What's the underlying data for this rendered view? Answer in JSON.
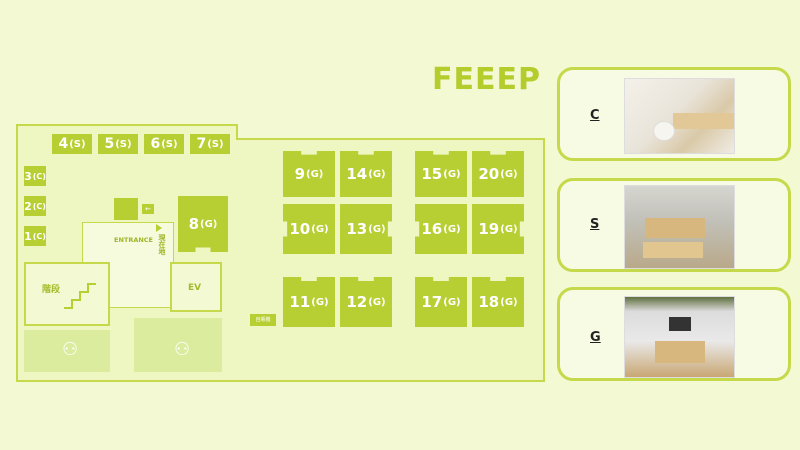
{
  "brand": {
    "logo_main": "FEEEP"
  },
  "floor": {
    "seats_s": [
      {
        "num": "4",
        "type": "(S)"
      },
      {
        "num": "5",
        "type": "(S)"
      },
      {
        "num": "6",
        "type": "(S)"
      },
      {
        "num": "7",
        "type": "(S)"
      }
    ],
    "seats_c": [
      {
        "num": "3",
        "type": "(C)"
      },
      {
        "num": "2",
        "type": "(C)"
      },
      {
        "num": "1",
        "type": "(C)"
      }
    ],
    "booth_8": {
      "num": "8",
      "type": "(G)"
    },
    "booths_g": [
      {
        "num": "9",
        "type": "(G)"
      },
      {
        "num": "14",
        "type": "(G)"
      },
      {
        "num": "15",
        "type": "(G)"
      },
      {
        "num": "20",
        "type": "(G)"
      },
      {
        "num": "10",
        "type": "(G)"
      },
      {
        "num": "13",
        "type": "(G)"
      },
      {
        "num": "16",
        "type": "(G)"
      },
      {
        "num": "19",
        "type": "(G)"
      },
      {
        "num": "11",
        "type": "(G)"
      },
      {
        "num": "12",
        "type": "(G)"
      },
      {
        "num": "17",
        "type": "(G)"
      },
      {
        "num": "18",
        "type": "(G)"
      }
    ],
    "entrance": "ENTRANCE",
    "current_location": "現在地",
    "stairs": "階段",
    "ev": "EV",
    "small_label": "自販機"
  },
  "cards": [
    {
      "letter": "C"
    },
    {
      "letter": "S"
    },
    {
      "letter": "G"
    }
  ],
  "colors": {
    "accent": "#b8cf33",
    "background": "#f3f9d2",
    "border": "#c5d94a"
  }
}
